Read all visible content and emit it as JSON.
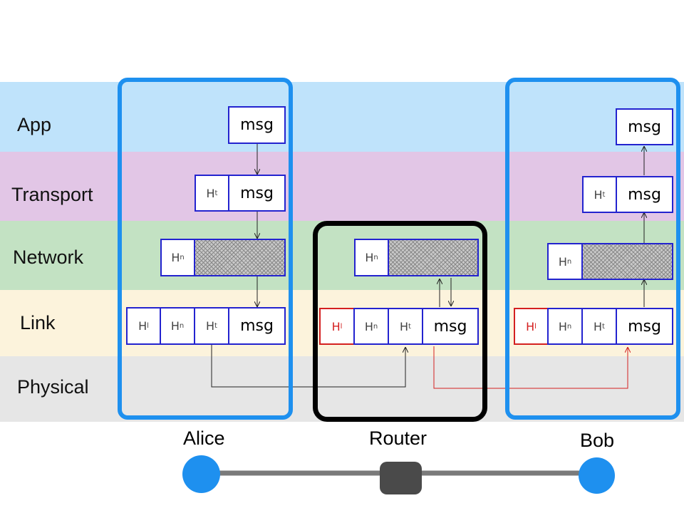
{
  "layers": {
    "app": "App",
    "transport": "Transport",
    "network": "Network",
    "link": "Link",
    "physical": "Physical"
  },
  "colors": {
    "app": "#bfe3fb",
    "transport": "#e2c6e6",
    "network": "#c3e2c3",
    "link": "#fcf3dc",
    "physical": "#e6e6e6",
    "host_border": "#1e90ef",
    "header_blue": "#2323cf",
    "header_red": "#d42020"
  },
  "packet": {
    "msg": "msg",
    "H_base": "H",
    "sub_t": "t",
    "sub_n": "n",
    "sub_l": "l"
  },
  "nodes": {
    "alice": "Alice",
    "router": "Router",
    "bob": "Bob"
  }
}
